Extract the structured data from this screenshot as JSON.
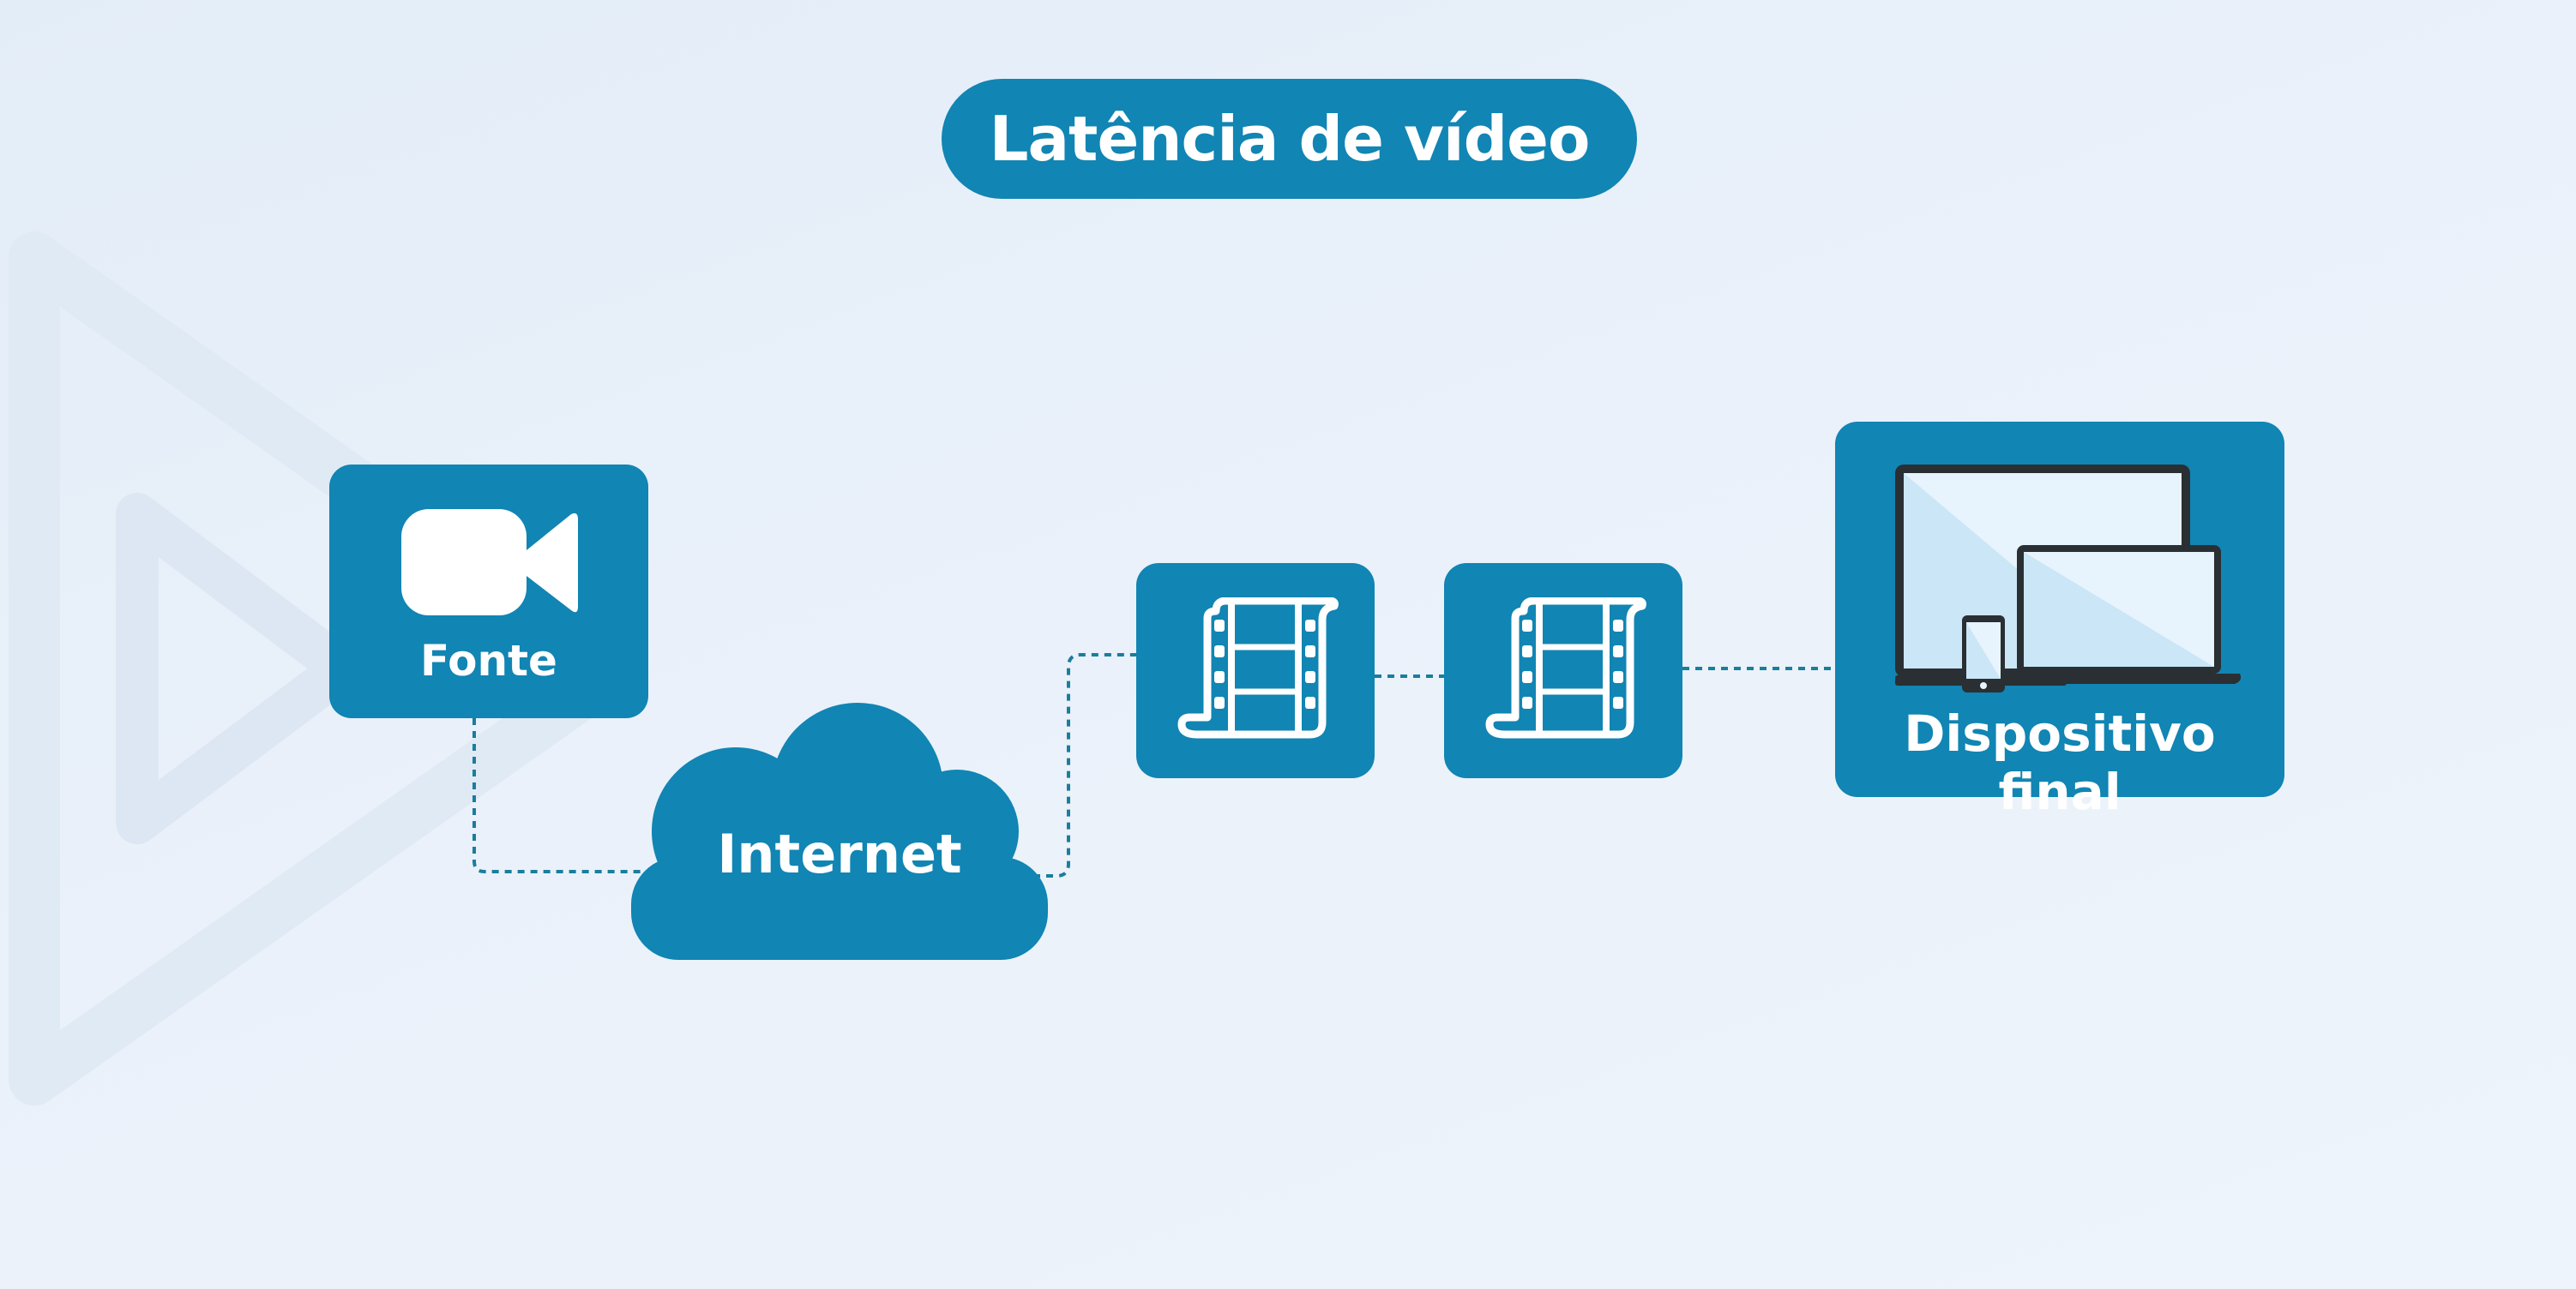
{
  "title": "Latência de vídeo",
  "nodes": {
    "source": {
      "label": "Fonte",
      "icon": "video-camera-icon"
    },
    "network": {
      "label": "Internet",
      "icon": "cloud-icon"
    },
    "frame_1": {
      "icon": "film-strip-icon"
    },
    "frame_2": {
      "icon": "film-strip-icon"
    },
    "device": {
      "label": "Dispositivo final",
      "icon": "devices-icon"
    }
  },
  "colors": {
    "accent": "#1185b3",
    "connector": "#1a7e9c",
    "background": "#eaf1fa",
    "screen": "#cbe6f7"
  }
}
